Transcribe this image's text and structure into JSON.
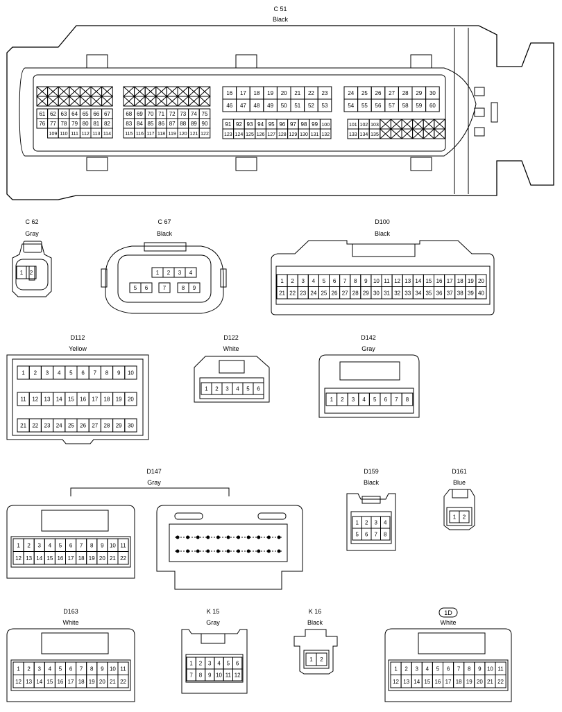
{
  "colors": {
    "stroke": "#000000",
    "background": "#ffffff"
  },
  "connectors": {
    "c51": {
      "code": "C 51",
      "color": "Black",
      "pins": [
        16,
        17,
        18,
        19,
        20,
        21,
        22,
        23,
        46,
        47,
        48,
        49,
        50,
        51,
        52,
        53,
        24,
        25,
        26,
        27,
        28,
        29,
        30,
        54,
        55,
        56,
        57,
        58,
        59,
        60,
        61,
        62,
        63,
        64,
        65,
        66,
        67,
        76,
        77,
        78,
        79,
        80,
        81,
        82,
        109,
        110,
        111,
        112,
        113,
        114,
        68,
        69,
        70,
        71,
        72,
        73,
        74,
        75,
        83,
        84,
        85,
        86,
        87,
        88,
        89,
        90,
        115,
        116,
        117,
        118,
        119,
        120,
        121,
        122,
        91,
        92,
        93,
        94,
        95,
        96,
        97,
        98,
        99,
        100,
        123,
        124,
        125,
        126,
        127,
        128,
        129,
        130,
        131,
        132,
        101,
        102,
        103,
        133,
        134,
        135
      ]
    },
    "c62": {
      "code": "C 62",
      "color": "Gray",
      "pins": [
        1,
        2
      ]
    },
    "c67": {
      "code": "C 67",
      "color": "Black",
      "pins": [
        1,
        2,
        3,
        4,
        5,
        6,
        7,
        8,
        9
      ]
    },
    "d100": {
      "code": "D100",
      "color": "Black",
      "pins": [
        1,
        2,
        3,
        4,
        5,
        6,
        7,
        8,
        9,
        10,
        11,
        12,
        13,
        14,
        15,
        16,
        17,
        18,
        19,
        20,
        21,
        22,
        23,
        24,
        25,
        26,
        27,
        28,
        29,
        30,
        31,
        32,
        33,
        34,
        35,
        36,
        37,
        38,
        39,
        40
      ]
    },
    "d112": {
      "code": "D112",
      "color": "Yellow",
      "pins": [
        1,
        2,
        3,
        4,
        5,
        6,
        7,
        8,
        9,
        10,
        11,
        12,
        13,
        14,
        15,
        16,
        17,
        18,
        19,
        20,
        21,
        22,
        23,
        24,
        25,
        26,
        27,
        28,
        29,
        30
      ]
    },
    "d122": {
      "code": "D122",
      "color": "White",
      "pins": [
        1,
        2,
        3,
        4,
        5,
        6
      ]
    },
    "d142": {
      "code": "D142",
      "color": "Gray",
      "pins": [
        1,
        2,
        3,
        4,
        5,
        6,
        7,
        8
      ]
    },
    "d147": {
      "code": "D147",
      "color": "Gray",
      "pins": [
        1,
        2,
        3,
        4,
        5,
        6,
        7,
        8,
        9,
        10,
        11,
        12,
        13,
        14,
        15,
        16,
        17,
        18,
        19,
        20,
        21,
        22
      ]
    },
    "d159": {
      "code": "D159",
      "color": "Black",
      "pins": [
        1,
        2,
        3,
        4,
        5,
        6,
        7,
        8
      ]
    },
    "d161": {
      "code": "D161",
      "color": "Blue",
      "pins": [
        1,
        2
      ]
    },
    "d163": {
      "code": "D163",
      "color": "White",
      "pins": [
        1,
        2,
        3,
        4,
        5,
        6,
        7,
        8,
        9,
        10,
        11,
        12,
        13,
        14,
        15,
        16,
        17,
        18,
        19,
        20,
        21,
        22
      ]
    },
    "k15": {
      "code": "K 15",
      "color": "Gray",
      "pins": [
        1,
        2,
        3,
        4,
        5,
        6,
        7,
        8,
        9,
        10,
        11,
        12
      ]
    },
    "k16": {
      "code": "K 16",
      "color": "Black",
      "pins": [
        1,
        2
      ]
    },
    "c1d": {
      "code": "1D",
      "color": "White",
      "pins": [
        1,
        2,
        3,
        4,
        5,
        6,
        7,
        8,
        9,
        10,
        11,
        12,
        13,
        14,
        15,
        16,
        17,
        18,
        19,
        20,
        21,
        22
      ]
    }
  }
}
